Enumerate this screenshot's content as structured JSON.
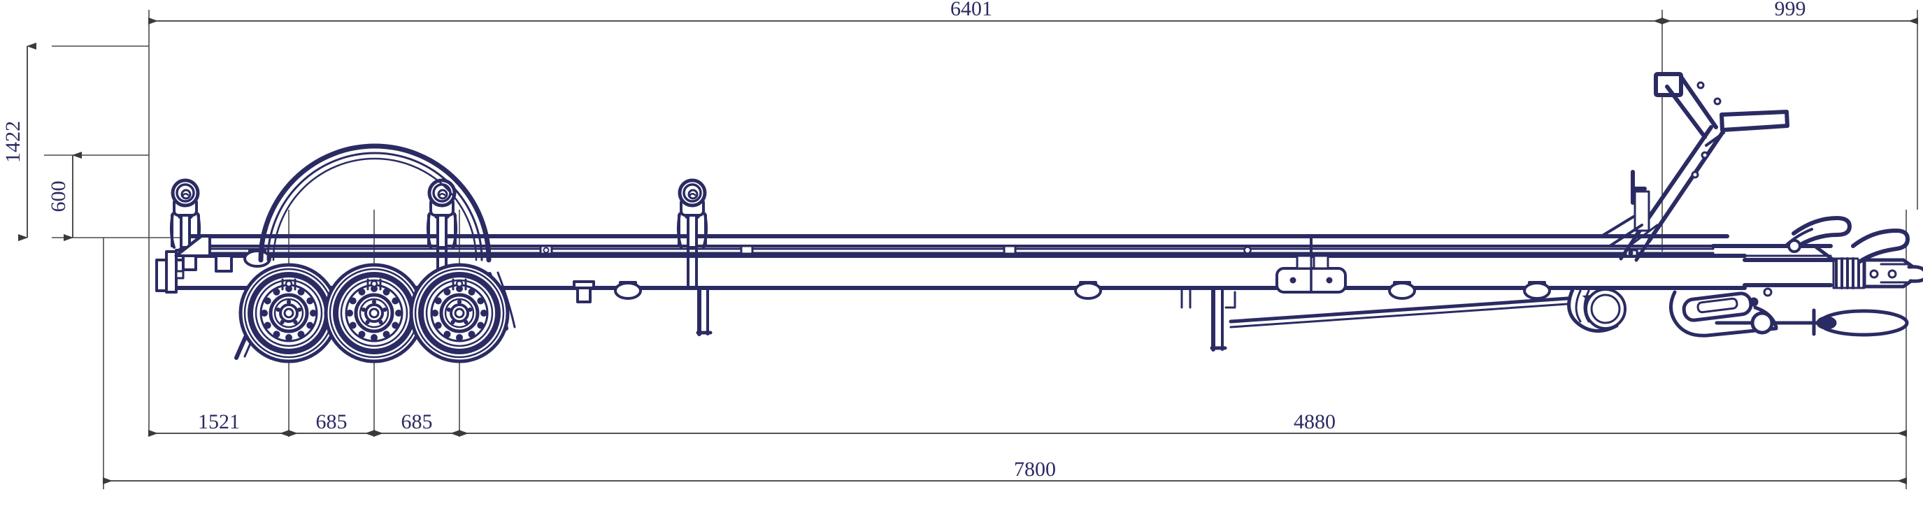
{
  "drawing": {
    "type": "technical-side-elevation",
    "subject": "triple-axle boat trailer",
    "units": "mm",
    "line_color": "#2b2b63",
    "dimension_line_color": "#4a4a4a",
    "dimension_text_color": "#2b2b63",
    "background_color": "#ffffff"
  },
  "dimensions": {
    "top": [
      {
        "id": "dim-6401",
        "label": "6401",
        "orientation": "horizontal",
        "position": "top"
      },
      {
        "id": "dim-999",
        "label": "999",
        "orientation": "horizontal",
        "position": "top-right"
      }
    ],
    "left": [
      {
        "id": "dim-1422",
        "label": "1422",
        "orientation": "vertical",
        "position": "left-outer"
      },
      {
        "id": "dim-600",
        "label": "600",
        "orientation": "vertical",
        "position": "left-inner"
      }
    ],
    "bottom": [
      {
        "id": "dim-1521",
        "label": "1521",
        "orientation": "horizontal",
        "position": "bottom-row-1"
      },
      {
        "id": "dim-685-a",
        "label": "685",
        "orientation": "horizontal",
        "position": "bottom-row-1"
      },
      {
        "id": "dim-685-b",
        "label": "685",
        "orientation": "horizontal",
        "position": "bottom-row-1"
      },
      {
        "id": "dim-4880",
        "label": "4880",
        "orientation": "horizontal",
        "position": "bottom-row-1"
      },
      {
        "id": "dim-7800",
        "label": "7800",
        "orientation": "horizontal",
        "position": "bottom-row-2"
      }
    ]
  },
  "labels": {
    "d6401": "6401",
    "d999": "999",
    "d1422": "1422",
    "d600": "600",
    "d1521": "1521",
    "d685a": "685",
    "d685b": "685",
    "d4880": "4880",
    "d7800": "7800"
  },
  "chart_data": {
    "type": "table",
    "title": "Trailer dimension schedule",
    "categories": [
      "6401",
      "999",
      "1422",
      "600",
      "1521",
      "685",
      "685",
      "4880",
      "7800"
    ],
    "values": [
      6401,
      999,
      1422,
      600,
      1521,
      685,
      685,
      4880,
      7800
    ]
  }
}
